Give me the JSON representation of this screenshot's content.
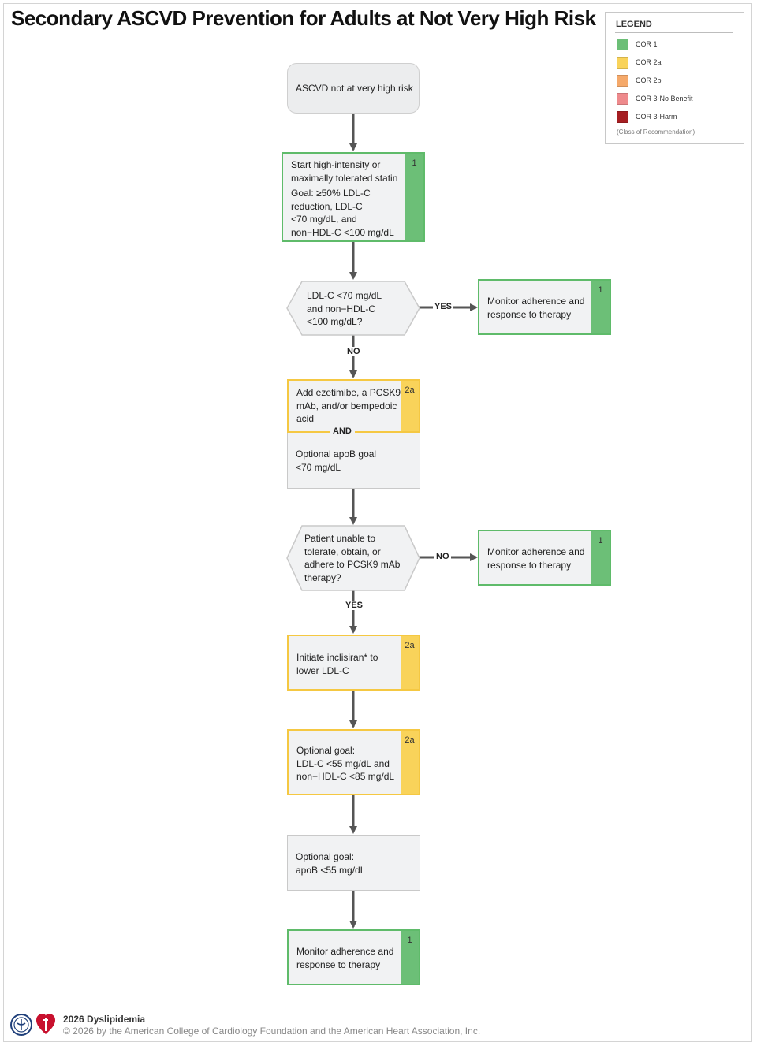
{
  "title": "Secondary ASCVD Prevention for Adults at Not Very High Risk",
  "legend": {
    "heading": "LEGEND",
    "items": [
      {
        "label": "COR 1",
        "color": "#6cbf77"
      },
      {
        "label": "COR 2a",
        "color": "#f9d35a"
      },
      {
        "label": "COR 2b",
        "color": "#f5a96a"
      },
      {
        "label": "COR 3-No Benefit",
        "color": "#ee8a8c"
      },
      {
        "label": "COR 3-Harm",
        "color": "#a61e22"
      }
    ],
    "note": "(Class of Recommendation)"
  },
  "flow": {
    "start": "ASCVD not at very high risk",
    "statin": {
      "lines": [
        "Start high-intensity or",
        "maximally tolerated statin"
      ],
      "goal_lines": [
        "Goal: ≥50% LDL-C",
        "reduction, LDL-C",
        "<70 mg/dL, and",
        "non−HDL-C <100 mg/dL"
      ],
      "cor": "1"
    },
    "decision1": {
      "lines": [
        "LDL-C <70 mg/dL",
        "and non−HDL-C",
        "<100 mg/dL?"
      ],
      "yes_label": "YES",
      "no_label": "NO"
    },
    "monitor1": {
      "lines": [
        "Monitor adherence and",
        "response to therapy"
      ],
      "cor": "1"
    },
    "add_therapy": {
      "lines": [
        "Add ezetimibe, a PCSK9",
        "mAb, and/or bempedoic",
        "acid"
      ],
      "cor": "2a",
      "and_label": "AND",
      "apob_lines": [
        "Optional apoB goal",
        "<70 mg/dL"
      ]
    },
    "decision2": {
      "lines": [
        "Patient unable to",
        "tolerate, obtain, or",
        "adhere to PCSK9 mAb",
        "therapy?"
      ],
      "no_label": "NO",
      "yes_label": "YES"
    },
    "monitor2": {
      "lines": [
        "Monitor adherence and",
        "response to therapy"
      ],
      "cor": "1"
    },
    "inclisiran": {
      "lines": [
        "Initiate inclisiran* to",
        "lower LDL-C"
      ],
      "cor": "2a"
    },
    "optional_goal_ldl": {
      "lines": [
        "Optional goal:",
        "LDL-C <55 mg/dL and",
        "non−HDL-C <85 mg/dL"
      ],
      "cor": "2a"
    },
    "optional_goal_apob": {
      "lines": [
        "Optional goal:",
        "apoB <55 mg/dL"
      ]
    },
    "monitor3": {
      "lines": [
        "Monitor adherence and",
        "response to therapy"
      ],
      "cor": "1"
    }
  },
  "footer": {
    "title": "2026 Dyslipidemia",
    "copyright": "© 2026 by the American College of Cardiology Foundation and the American Heart Association, Inc."
  }
}
